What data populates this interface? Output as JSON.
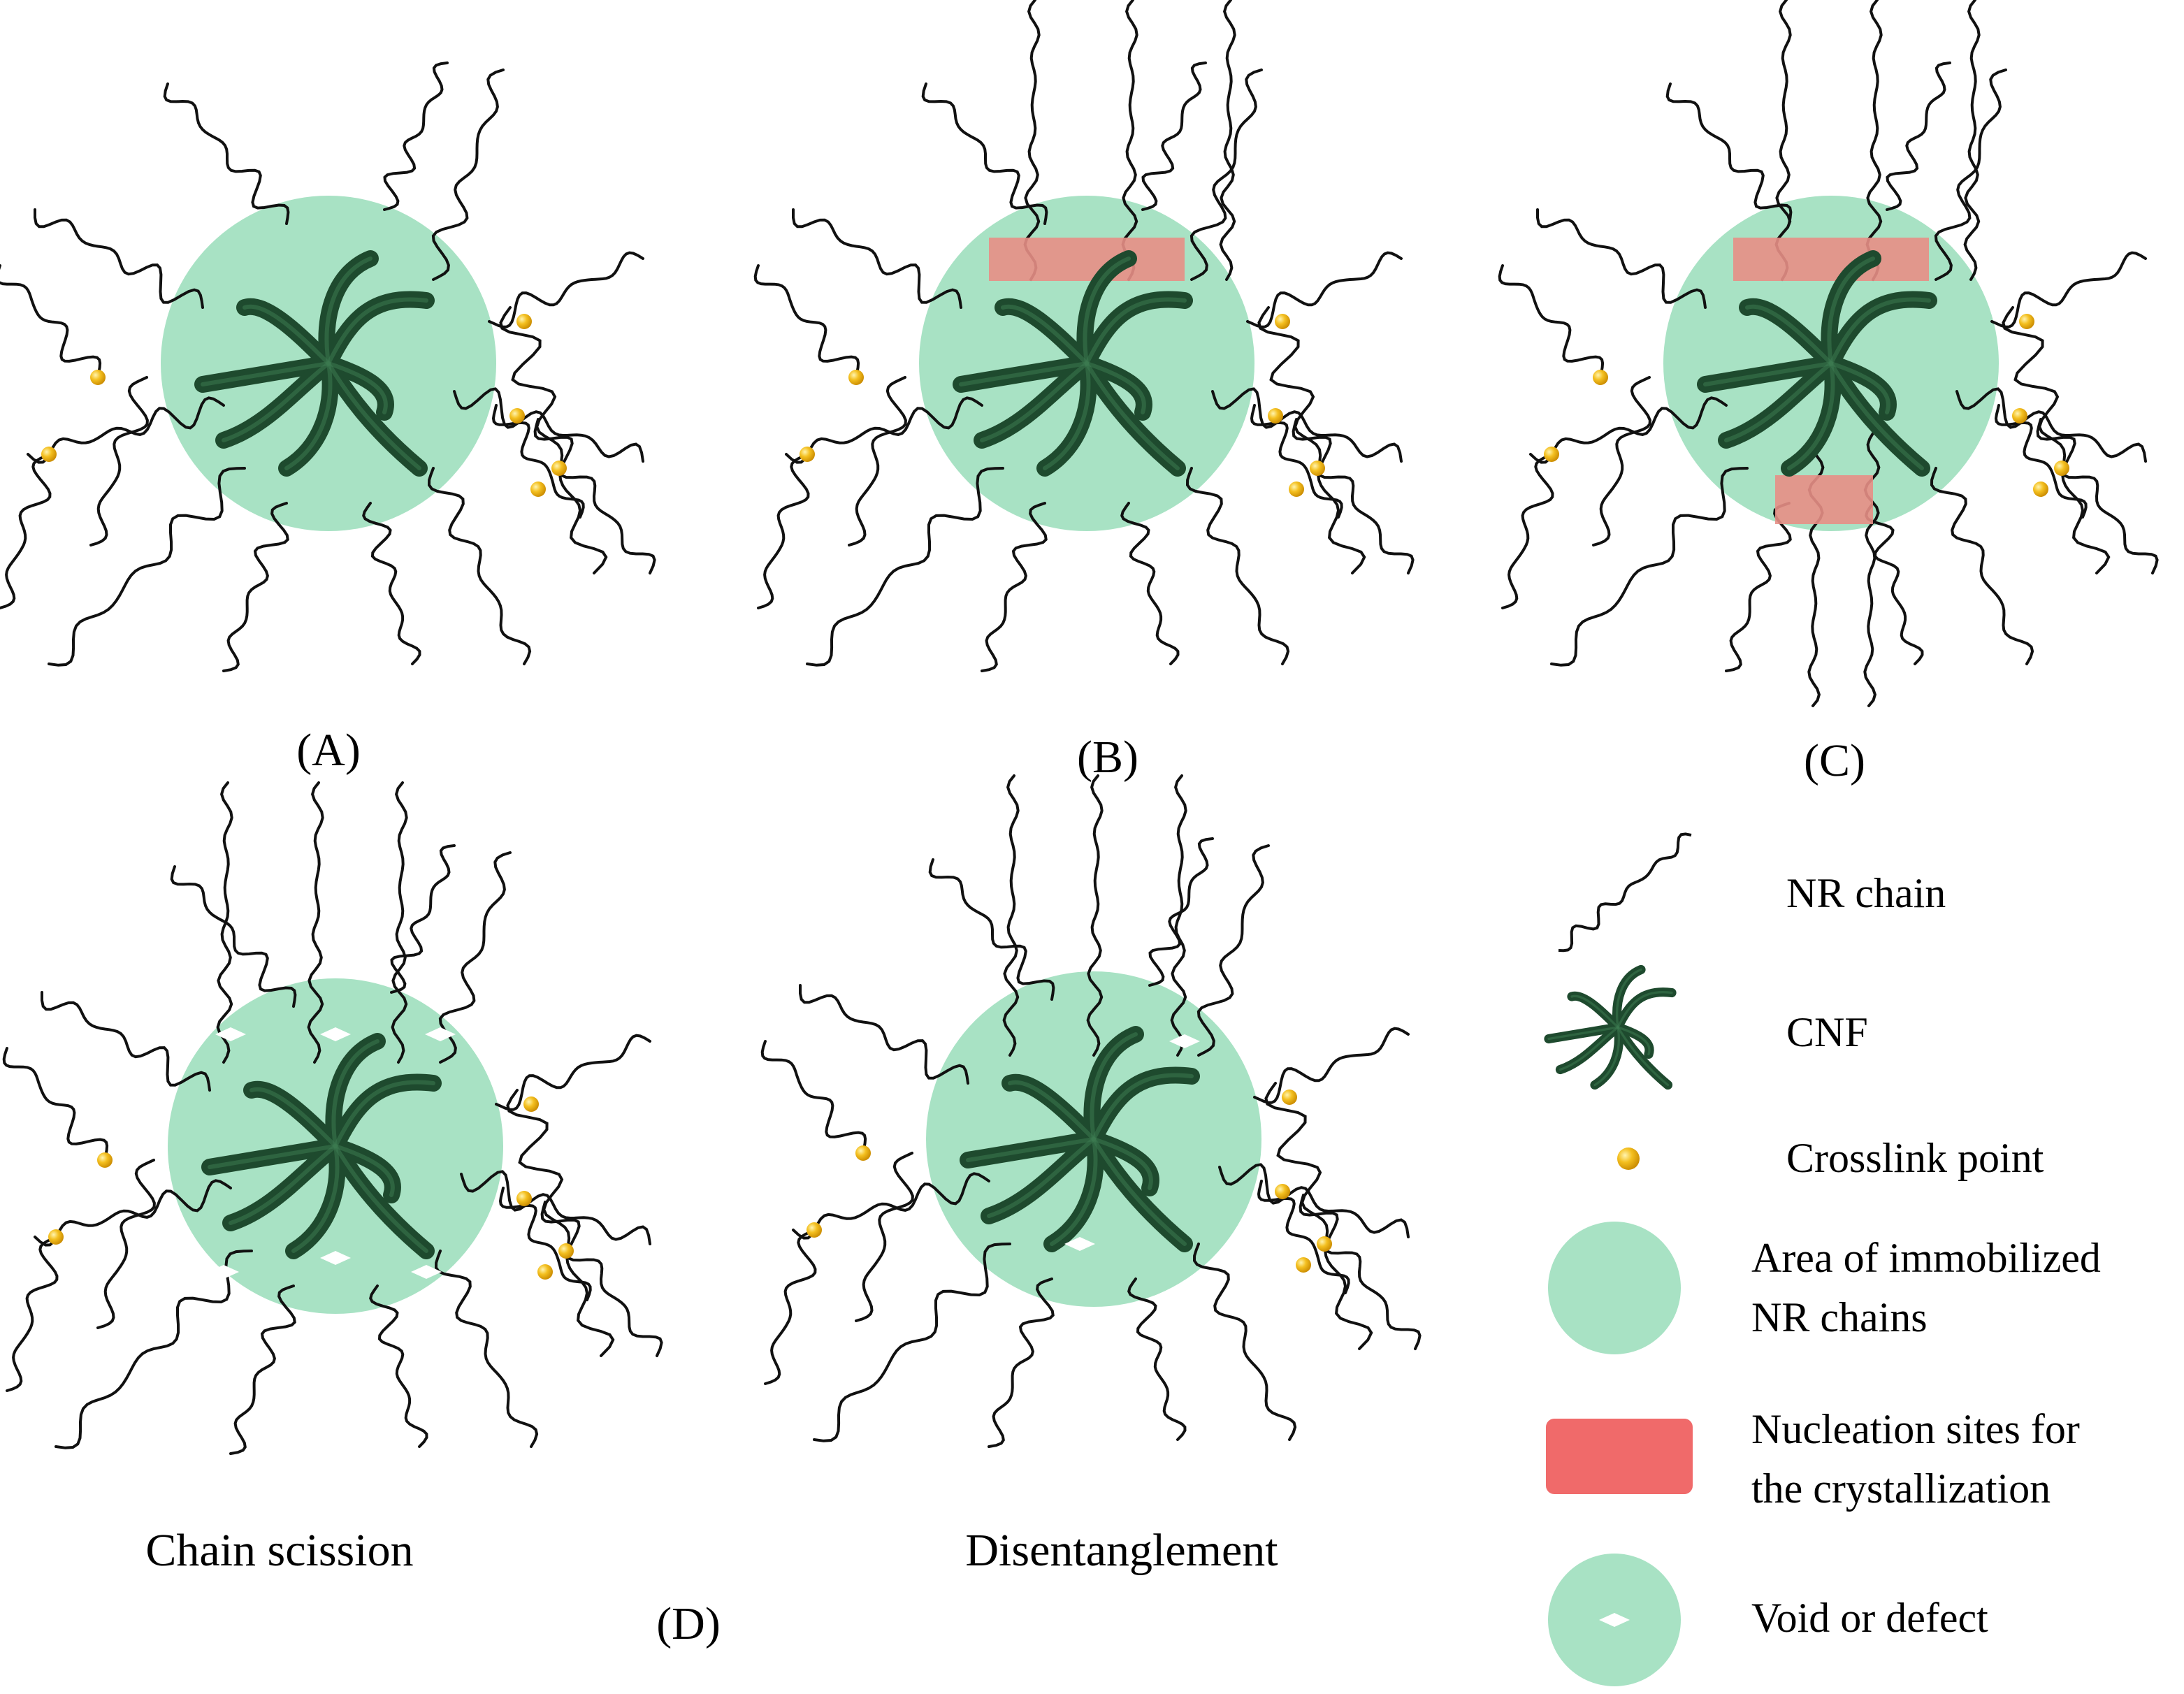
{
  "colors": {
    "immobilized_area": "#a8e2c4",
    "nucleation_site": "#f06a6a",
    "nucleation_overlay": "#e78f86",
    "cnf": "#1e4a2e",
    "nr_chain": "#111111",
    "crosslink": "#f4b400",
    "void": "#ffffff"
  },
  "panels": {
    "a": {
      "label": "(A)"
    },
    "b": {
      "label": "(B)"
    },
    "c": {
      "label": "(C)"
    },
    "d": {
      "label": "(D)",
      "left_caption": "Chain scission",
      "right_caption": "Disentanglement"
    }
  },
  "legend": {
    "nr_chain": "NR chain",
    "cnf": "CNF",
    "crosslink": "Crosslink point",
    "area_line1": "Area of immobilized",
    "area_line2": "NR chains",
    "nucleation_line1": "Nucleation sites for",
    "nucleation_line2": "the crystallization",
    "void": "Void or defect"
  }
}
